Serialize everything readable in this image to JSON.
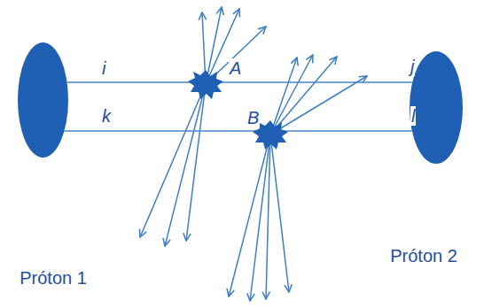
{
  "diagram": {
    "nodes": [
      {
        "text": [
          "Próton 1"
        ]
      },
      {
        "text": [
          "Próton 2"
        ]
      }
    ],
    "edges": [
      {
        "from": 0,
        "to": 1,
        "arrow": "none"
      },
      {
        "from": 0,
        "to": 1,
        "arrow": "none"
      }
    ],
    "labels": [
      "i",
      "A",
      "j",
      "k",
      "B",
      "l"
    ]
  }
}
